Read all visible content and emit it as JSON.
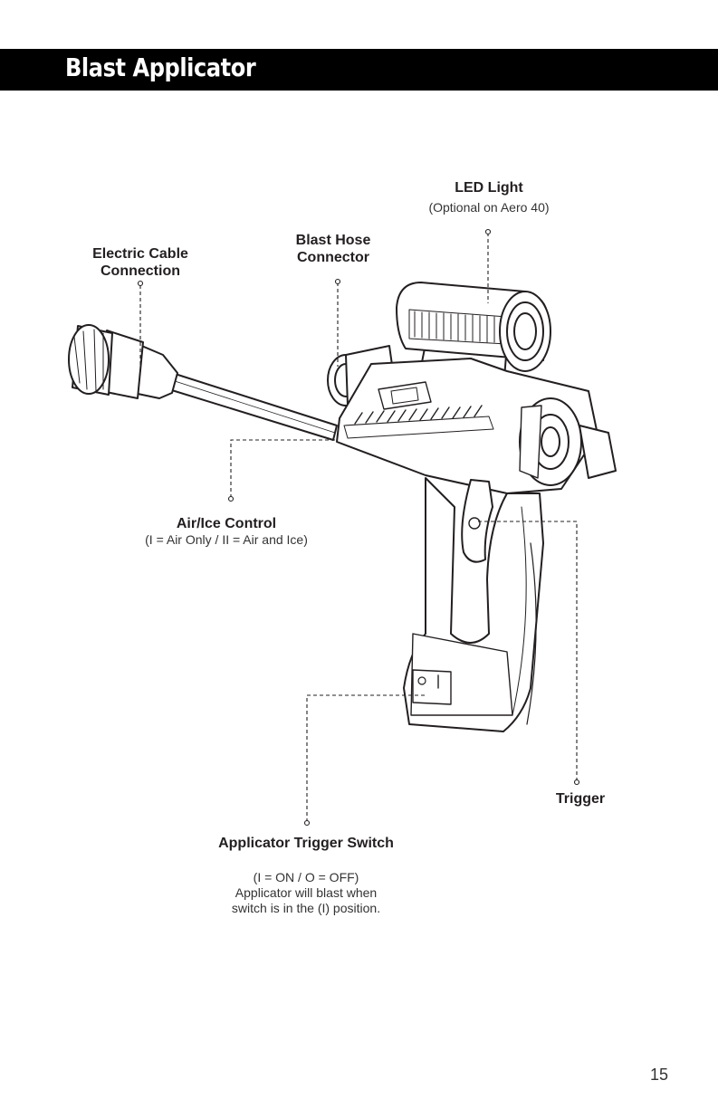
{
  "header": {
    "title": "Blast Applicator"
  },
  "callouts": {
    "led_light": {
      "title": "LED Light",
      "note": "(Optional on Aero 40)"
    },
    "blast_hose": {
      "line1": "Blast Hose",
      "line2": "Connector"
    },
    "electric_cable": {
      "line1": "Electric Cable",
      "line2": "Connection"
    },
    "air_ice": {
      "title": "Air/Ice Control",
      "note": "(I = Air Only / II = Air and Ice)"
    },
    "trigger": {
      "title": "Trigger"
    },
    "trigger_switch": {
      "title": "Applicator Trigger Switch",
      "note1": "(I = ON / O = OFF)",
      "note2": "Applicator will blast when",
      "note3": "switch is in the (I) position."
    }
  },
  "page_number": "15",
  "colors": {
    "header_bg": "#000000",
    "header_text": "#ffffff",
    "ink": "#231f20"
  }
}
